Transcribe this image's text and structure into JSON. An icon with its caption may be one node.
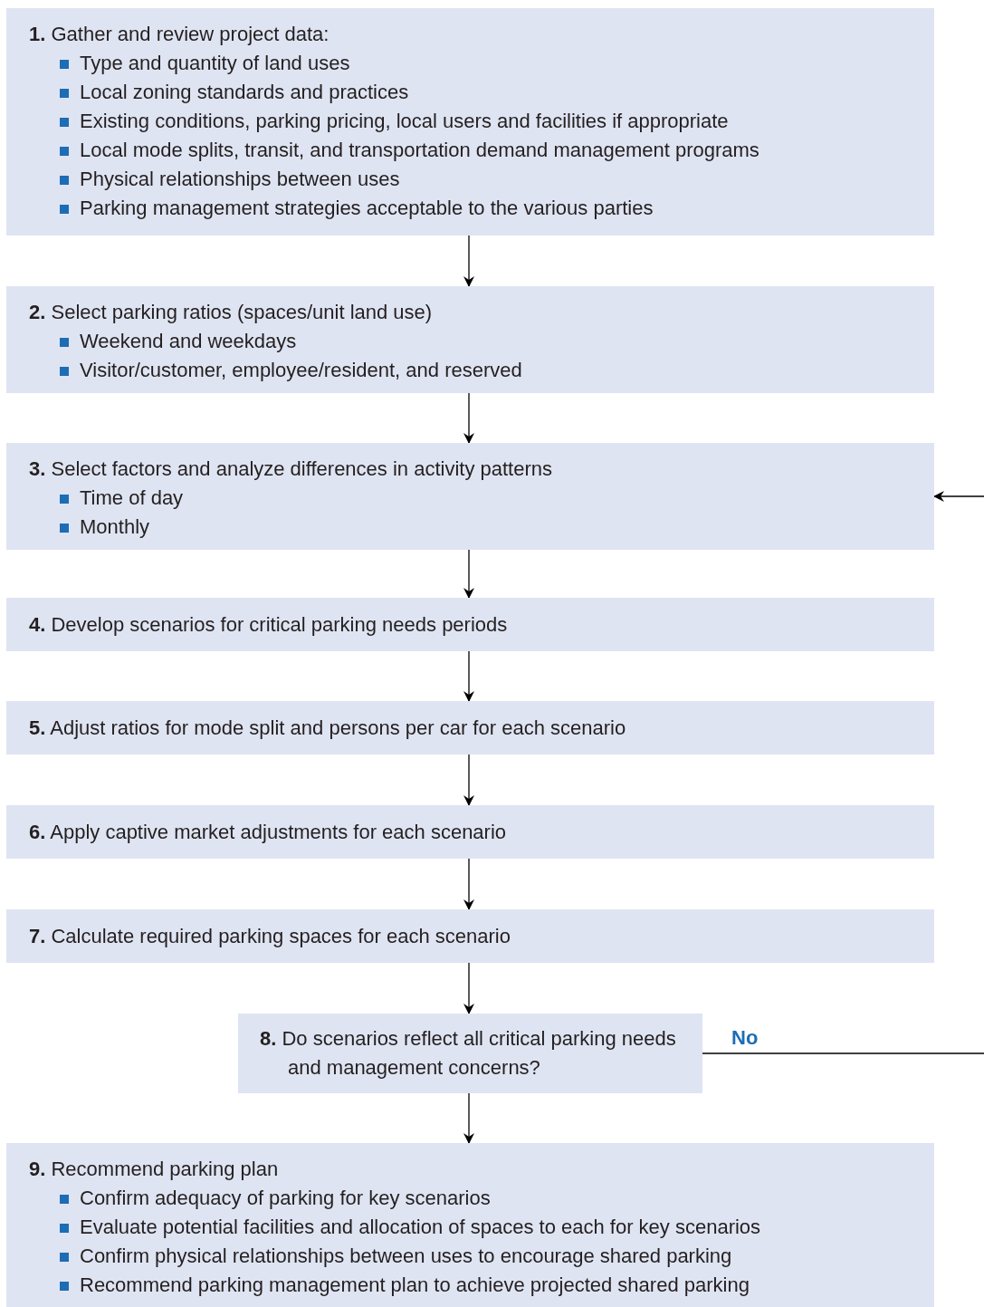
{
  "diagram": {
    "nodes": [
      {
        "text": [
          "**1.** Gather and review project data:",
          "Type and quantity of land uses",
          "Local zoning standards and practices",
          "Existing conditions, parking pricing, local users and facilities if appropriate",
          "Local mode splits, transit, and transportation demand management programs",
          "Physical relationships between uses",
          "Parking management strategies acceptable to the various parties"
        ]
      },
      {
        "text": [
          "**2.** Select parking ratios (spaces/unit land use)",
          "Weekend and weekdays",
          "Visitor/customer, employee/resident, and reserved"
        ]
      },
      {
        "text": [
          "**3.** Select factors and analyze differences in activity patterns",
          "Time of day",
          "Monthly"
        ]
      },
      {
        "text": [
          "**4.** Develop scenarios for critical parking needs periods"
        ]
      },
      {
        "text": [
          "**5.** Adjust ratios for mode split and persons per car for each scenario"
        ]
      },
      {
        "text": [
          "**6.** Apply captive market adjustments for each scenario"
        ]
      },
      {
        "text": [
          "**7.** Calculate required parking spaces for each scenario"
        ]
      },
      {
        "text": [
          "**8.** Do scenarios reflect all critical parking needs and management concerns?"
        ]
      },
      {
        "text": [
          "**9.** Recommend parking plan",
          "Confirm adequacy of parking for key scenarios",
          "Evaluate potential facilities and allocation of spaces to each for key scenarios",
          "Confirm physical relationships between uses to encourage shared parking",
          "Recommend parking management plan to achieve projected shared parking"
        ]
      }
    ],
    "edges": [
      {
        "from": 0,
        "to": 1,
        "arrow": "to"
      },
      {
        "from": 1,
        "to": 2,
        "arrow": "to"
      },
      {
        "from": 2,
        "to": 3,
        "arrow": "to"
      },
      {
        "from": 3,
        "to": 4,
        "arrow": "to"
      },
      {
        "from": 4,
        "to": 5,
        "arrow": "to"
      },
      {
        "from": 5,
        "to": 6,
        "arrow": "to"
      },
      {
        "from": 6,
        "to": 7,
        "arrow": "to"
      },
      {
        "from": 7,
        "to": 8,
        "arrow": "to"
      },
      {
        "from": 7,
        "to": null,
        "arrow": "none",
        "label": "No"
      },
      {
        "from": null,
        "to": 2,
        "arrow": "to"
      }
    ]
  }
}
